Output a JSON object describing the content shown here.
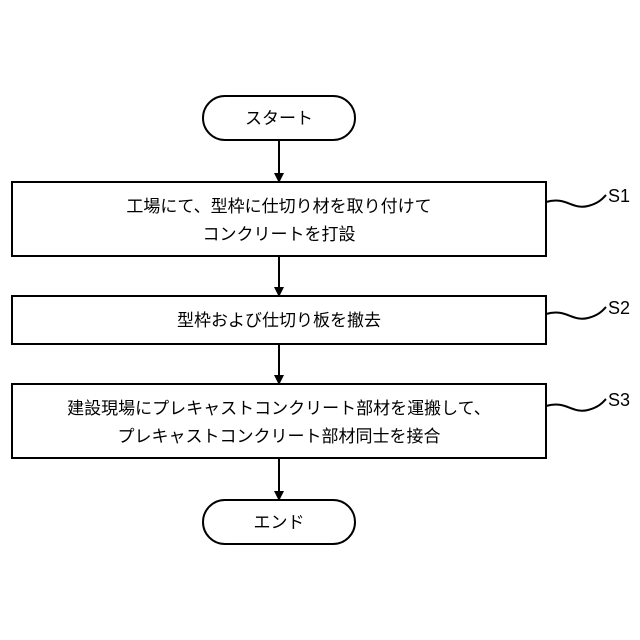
{
  "flowchart": {
    "start_label": "スタート",
    "end_label": "エンド",
    "steps": [
      {
        "id": "S1",
        "lines": [
          "工場にて、型枠に仕切り材を取り付けて",
          "コンクリートを打設"
        ]
      },
      {
        "id": "S2",
        "lines": [
          "型枠および仕切り板を撤去"
        ]
      },
      {
        "id": "S3",
        "lines": [
          "建設現場にプレキャストコンクリート部材を運搬して、",
          "プレキャストコンクリート部材同士を接合"
        ]
      }
    ]
  }
}
